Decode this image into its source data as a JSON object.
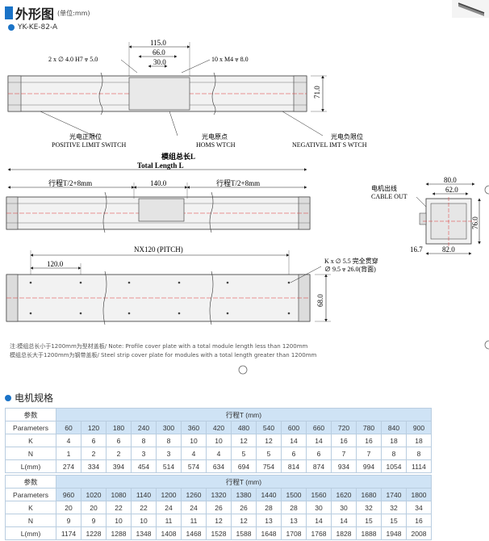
{
  "header": {
    "title": "外形图",
    "unit": "(单位:mm)",
    "model": "YK-KE-82-A"
  },
  "drawing1": {
    "dim_115": "115.0",
    "dim_66": "66.0",
    "dim_30": "30.0",
    "dim_71": "71.0",
    "callout_holes": "2 x ∅ 4.0 H7 ⩔ 5.0",
    "callout_thread": "10 x M4 ⩔ 8.0",
    "pos_cn": "光电正限位",
    "pos_en": "POSITIVE LIMIT SWITCH",
    "home_cn": "光电原点",
    "home_en": "HOMS WTCH",
    "neg_cn": "光电负限位",
    "neg_en": "NEGATIVEL IMT S WTCH"
  },
  "drawing2": {
    "total_cn": "模组总长L",
    "total_en": "Total Length L",
    "stroke_left": "行程T/2+8mm",
    "stroke_right": "行程T/2+8mm",
    "dim_140": "140.0"
  },
  "drawing3": {
    "cable_cn": "电机出线",
    "cable_en": "CABLE OUT",
    "dim_80": "80.0",
    "dim_62": "62.0",
    "dim_76": "76.0",
    "dim_16_7": "16.7",
    "dim_82": "82.0"
  },
  "drawing4": {
    "pitch": "NX120 (PITCH)",
    "dim_120": "120.0",
    "dim_68": "68.0",
    "callout1": "K x ∅ 5.5  完全贯穿",
    "callout2": "∅ 9.5 ⩔ 26.0(背面)"
  },
  "notes": {
    "line1": "注:模组总长小于1200mm为型材盖板/ Note: Profile cover plate with a total module length less than 1200mm",
    "line2": "模组总长大于1200mm为钢带盖板/ Steel strip cover plate for modules with a total length greater than 1200mm"
  },
  "spec": {
    "title": "电机规格",
    "param_cn": "参数",
    "param_en": "Parameters",
    "stroke_header": "行程T (mm)",
    "row_labels": [
      "K",
      "N",
      "L(mm)"
    ],
    "table1": {
      "stroke": [
        "60",
        "120",
        "180",
        "240",
        "300",
        "360",
        "420",
        "480",
        "540",
        "600",
        "660",
        "720",
        "780",
        "840",
        "900"
      ],
      "K": [
        "4",
        "6",
        "6",
        "8",
        "8",
        "10",
        "10",
        "12",
        "12",
        "14",
        "14",
        "16",
        "16",
        "18",
        "18"
      ],
      "N": [
        "1",
        "2",
        "2",
        "3",
        "3",
        "4",
        "4",
        "5",
        "5",
        "6",
        "6",
        "7",
        "7",
        "8",
        "8"
      ],
      "L": [
        "274",
        "334",
        "394",
        "454",
        "514",
        "574",
        "634",
        "694",
        "754",
        "814",
        "874",
        "934",
        "994",
        "1054",
        "1114"
      ]
    },
    "table2": {
      "stroke": [
        "960",
        "1020",
        "1080",
        "1140",
        "1200",
        "1260",
        "1320",
        "1380",
        "1440",
        "1500",
        "1560",
        "1620",
        "1680",
        "1740",
        "1800"
      ],
      "K": [
        "20",
        "20",
        "22",
        "22",
        "24",
        "24",
        "26",
        "26",
        "28",
        "28",
        "30",
        "30",
        "32",
        "32",
        "34"
      ],
      "N": [
        "9",
        "9",
        "10",
        "10",
        "11",
        "11",
        "12",
        "12",
        "13",
        "13",
        "14",
        "14",
        "15",
        "15",
        "16"
      ],
      "L": [
        "1174",
        "1228",
        "1288",
        "1348",
        "1408",
        "1468",
        "1528",
        "1588",
        "1648",
        "1708",
        "1768",
        "1828",
        "1888",
        "1948",
        "2008"
      ]
    }
  }
}
